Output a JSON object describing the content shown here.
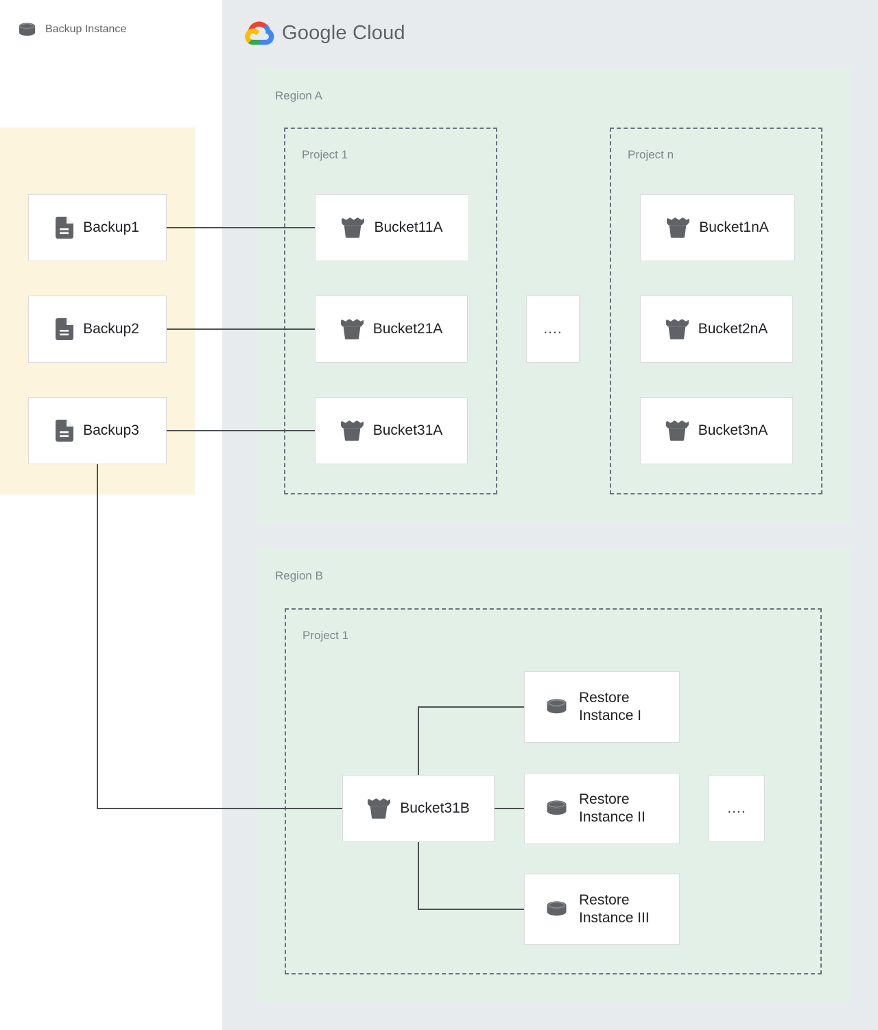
{
  "brand": {
    "name": "Google Cloud",
    "logo_icon": "google-cloud-logo-icon",
    "colors": {
      "red": "#ea4335",
      "yellow": "#fbbc04",
      "green": "#34a853",
      "blue": "#4285f4"
    }
  },
  "canvas": {
    "background": "#ffffff",
    "panel_background": "#e8ebed",
    "region_background": "#e2f0e8",
    "backup_panel_background": "#fcf4dc",
    "node_background": "#ffffff",
    "node_border": "#dcdcdc",
    "connector_color": "#4c4f52",
    "label_color": "#80868b",
    "text_color": "#202124",
    "icon_color": "#5f6368"
  },
  "backup_panel": {
    "title": "Backup Instance",
    "icon": "database-cylinder-icon",
    "nodes": [
      {
        "id": "backup-1",
        "label": "Backup1",
        "icon": "document-file-icon"
      },
      {
        "id": "backup-2",
        "label": "Backup2",
        "icon": "document-file-icon"
      },
      {
        "id": "backup-3",
        "label": "Backup3",
        "icon": "document-file-icon"
      }
    ]
  },
  "regions": [
    {
      "id": "region-a",
      "label": "Region A",
      "projects": [
        {
          "id": "project-1a",
          "label": "Project 1",
          "nodes": [
            {
              "id": "bucket-11a",
              "label": "Bucket11A",
              "icon": "storage-bucket-icon"
            },
            {
              "id": "bucket-21a",
              "label": "Bucket21A",
              "icon": "storage-bucket-icon"
            },
            {
              "id": "bucket-31a",
              "label": "Bucket31A",
              "icon": "storage-bucket-icon"
            }
          ]
        },
        {
          "id": "project-na",
          "label": "Project n",
          "nodes": [
            {
              "id": "bucket-1na",
              "label": "Bucket1nA",
              "icon": "storage-bucket-icon"
            },
            {
              "id": "bucket-2na",
              "label": "Bucket2nA",
              "icon": "storage-bucket-icon"
            },
            {
              "id": "bucket-3na",
              "label": "Bucket3nA",
              "icon": "storage-bucket-icon"
            }
          ]
        }
      ],
      "ellipsis": "...."
    },
    {
      "id": "region-b",
      "label": "Region B",
      "projects": [
        {
          "id": "project-1b",
          "label": "Project 1",
          "nodes": [
            {
              "id": "bucket-31b",
              "label": "Bucket31B",
              "icon": "storage-bucket-icon"
            },
            {
              "id": "restore-1",
              "label": "Restore\nInstance I",
              "icon": "database-cylinder-icon"
            },
            {
              "id": "restore-2",
              "label": "Restore\nInstance II",
              "icon": "database-cylinder-icon"
            },
            {
              "id": "restore-3",
              "label": "Restore\nInstance III",
              "icon": "database-cylinder-icon"
            }
          ]
        }
      ],
      "ellipsis": "...."
    }
  ],
  "connections": [
    {
      "from": "backup-1",
      "to": "bucket-11a"
    },
    {
      "from": "backup-2",
      "to": "bucket-21a"
    },
    {
      "from": "backup-3",
      "to": "bucket-31a"
    },
    {
      "from": "backup-3",
      "to": "bucket-31b"
    },
    {
      "from": "bucket-31b",
      "to": "restore-1"
    },
    {
      "from": "bucket-31b",
      "to": "restore-2"
    },
    {
      "from": "bucket-31b",
      "to": "restore-3"
    }
  ]
}
